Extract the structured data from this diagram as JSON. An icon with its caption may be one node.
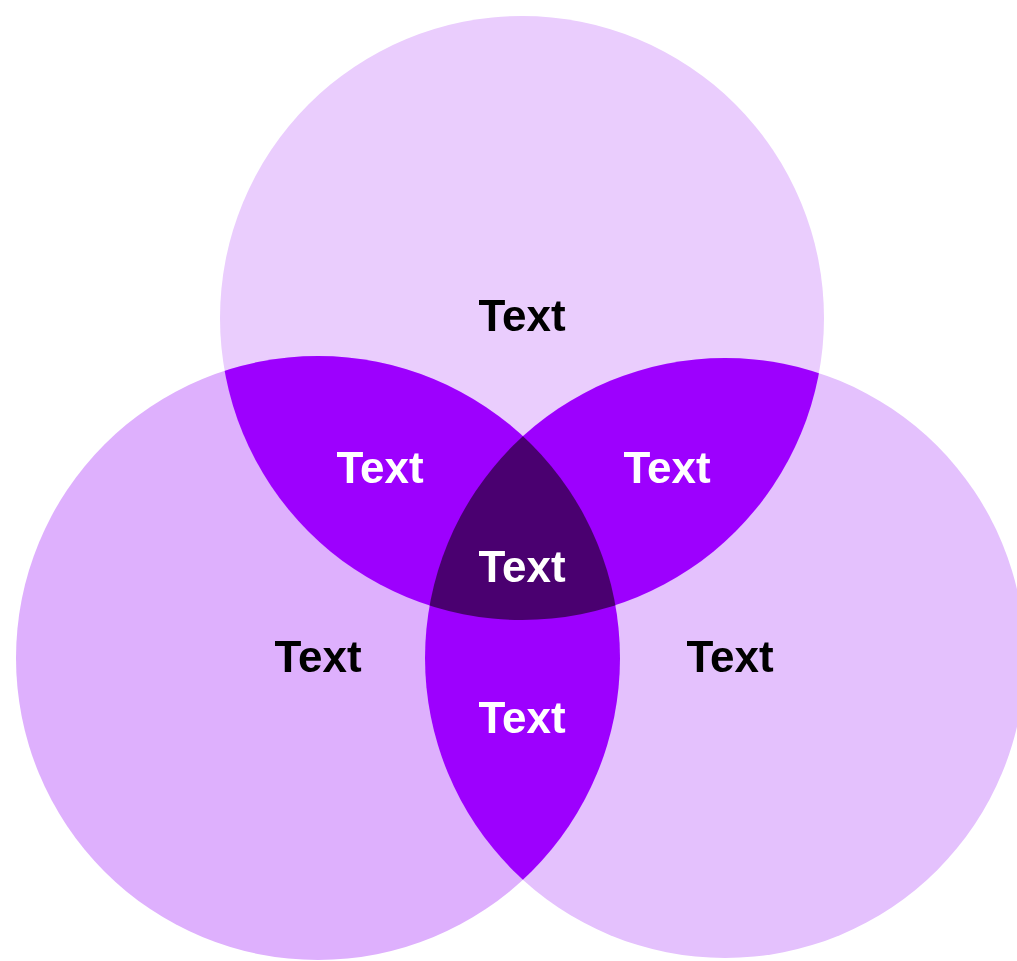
{
  "diagram": {
    "nodes": [
      {
        "text": [
          "Text"
        ]
      },
      {
        "text": [
          "Text"
        ]
      },
      {
        "text": [
          "Text"
        ]
      },
      {
        "text": [
          "Text"
        ]
      },
      {
        "text": [
          "Text"
        ]
      },
      {
        "text": [
          "Text"
        ]
      },
      {
        "text": [
          "Text"
        ]
      }
    ]
  }
}
